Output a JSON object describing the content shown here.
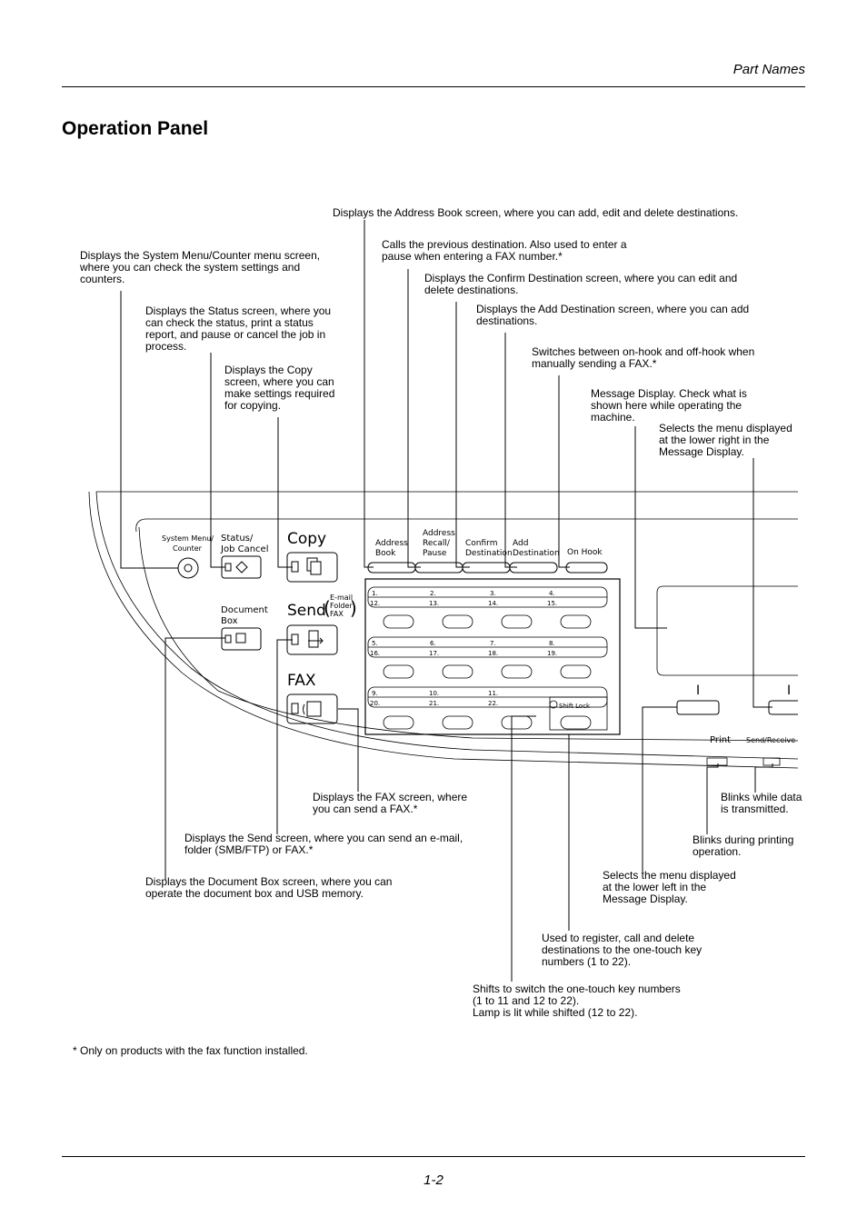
{
  "header": {
    "section": "Part Names"
  },
  "title": "Operation Panel",
  "annotations": {
    "address_book": "Displays the Address Book screen, where you can add, edit and delete destinations.",
    "address_recall": "Calls the previous destination. Also used to enter a\npause when entering a FAX number.*",
    "confirm_destination": "Displays the Confirm Destination screen, where you can edit and\ndelete destinations.",
    "add_destination": "Displays the Add Destination screen, where you can add\ndestinations.",
    "on_hook": "Switches between on-hook and off-hook when\nmanually sending a FAX.*",
    "message_display": "Message Display. Check what is\nshown here while operating the\nmachine.",
    "right_select": "Selects the menu displayed\nat the lower right in the\nMessage Display.",
    "system_menu": "Displays the System Menu/Counter menu screen,\nwhere you can check the system settings and\ncounters.",
    "status": "Displays the Status screen, where you\ncan check the status, print a status\nreport, and pause or cancel the job in\nprocess.",
    "copy": "Displays the Copy\nscreen, where you can\nmake settings required\nfor copying.",
    "fax": "Displays the FAX screen, where\nyou can send a FAX.*",
    "send": "Displays the Send screen, where you can send an e-mail,\nfolder (SMB/FTP) or FAX.*",
    "document_box": "Displays the Document Box screen, where you can\noperate the document box and USB memory.",
    "send_receive_lamp": "Blinks while data\nis transmitted.",
    "print_lamp": "Blinks during printing\noperation.",
    "left_select": "Selects the menu displayed\nat the lower left in the\nMessage Display.",
    "one_touch": "Used to register, call and delete\ndestinations to the one-touch key\nnumbers (1 to 22).",
    "shift_lock": "Shifts to switch the one-touch key numbers\n(1 to 11 and 12 to 22).\nLamp is lit while shifted (12 to 22)."
  },
  "panel": {
    "system_menu": "System Menu/",
    "counter": "Counter",
    "status": "Status/",
    "job_cancel": "Job Cancel",
    "copy": "Copy",
    "send": "Send",
    "send_sub1": "E-mail",
    "send_sub2": "Folder",
    "send_sub3": "FAX",
    "fax": "FAX",
    "document": "Document",
    "box": "Box",
    "address": "Address",
    "book": "Book",
    "recall1": "Address",
    "recall2": "Recall/",
    "recall3": "Pause",
    "confirm1": "Confirm",
    "confirm2": "Destination",
    "add1": "Add",
    "add2": "Destination",
    "on_hook": "On Hook",
    "shift_lock": "Shift Lock",
    "print": "Print",
    "send_receive": "Send/Receive",
    "onetouch_row1": [
      "1.",
      "2.",
      "3.",
      "4."
    ],
    "onetouch_row2": [
      "12.",
      "13.",
      "14.",
      "15."
    ],
    "onetouch_row3": [
      "5.",
      "6.",
      "7.",
      "8."
    ],
    "onetouch_row4": [
      "16.",
      "17.",
      "18.",
      "19."
    ],
    "onetouch_row5": [
      "9.",
      "10.",
      "11."
    ],
    "onetouch_row6": [
      "20.",
      "21.",
      "22."
    ]
  },
  "footnote": "*  Only on products with the fax function installed.",
  "page_number": "1-2"
}
